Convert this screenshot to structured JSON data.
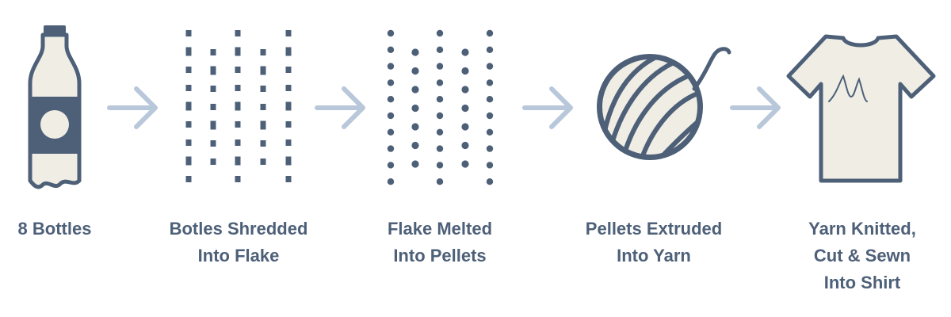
{
  "colors": {
    "primary": "#4d6078",
    "cream": "#efede4",
    "arrow": "#b8c7da",
    "background": "#ffffff"
  },
  "steps": [
    {
      "icon": "bottle-icon",
      "lines": [
        "8 Bottles"
      ]
    },
    {
      "icon": "flake-icon",
      "lines": [
        "Botles Shredded",
        "Into Flake"
      ]
    },
    {
      "icon": "pellets-icon",
      "lines": [
        "Flake Melted",
        "Into Pellets"
      ]
    },
    {
      "icon": "yarn-ball-icon",
      "lines": [
        "Pellets Extruded",
        "Into Yarn"
      ]
    },
    {
      "icon": "shirt-icon",
      "lines": [
        "Yarn Knitted,",
        "Cut & Sewn",
        "Into Shirt"
      ]
    }
  ],
  "arrows": [
    "arrow-right-icon",
    "arrow-right-icon",
    "arrow-right-icon",
    "arrow-right-icon"
  ]
}
